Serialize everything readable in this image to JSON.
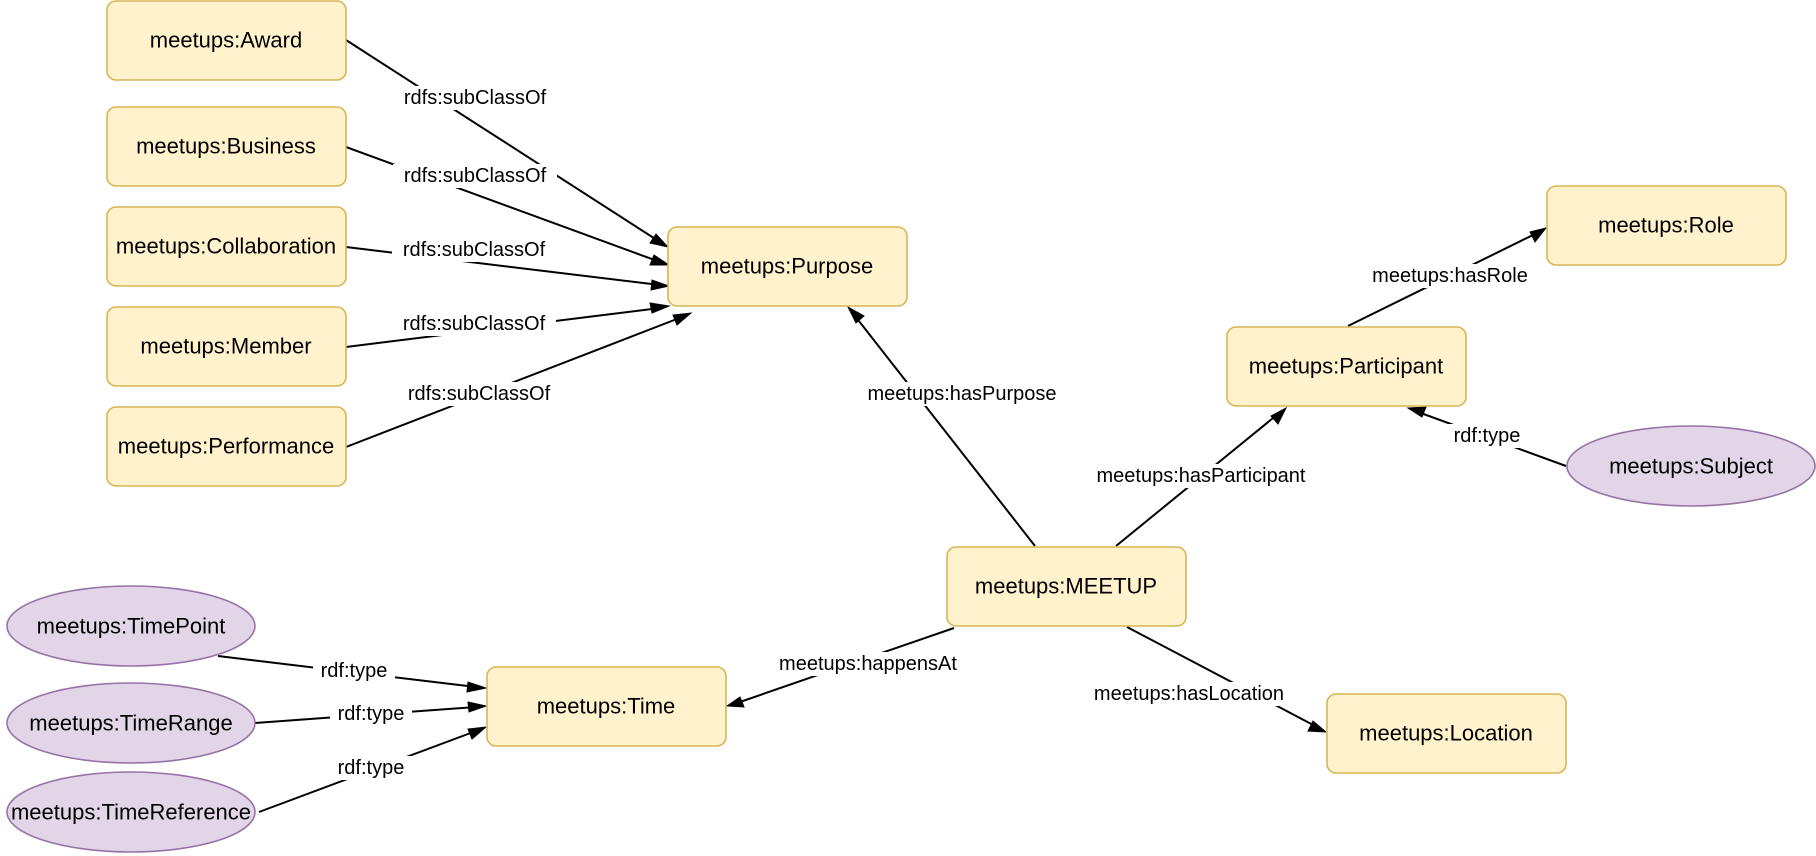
{
  "colors": {
    "class_fill": "#fff2cc",
    "class_stroke": "#d6b656",
    "instance_fill": "#e1d5e7",
    "instance_stroke": "#9673a6",
    "edge": "#000000"
  },
  "nodes": {
    "award": {
      "label": "meetups:Award",
      "kind": "class"
    },
    "business": {
      "label": "meetups:Business",
      "kind": "class"
    },
    "collaboration": {
      "label": "meetups:Collaboration",
      "kind": "class"
    },
    "member": {
      "label": "meetups:Member",
      "kind": "class"
    },
    "performance": {
      "label": "meetups:Performance",
      "kind": "class"
    },
    "purpose": {
      "label": "meetups:Purpose",
      "kind": "class"
    },
    "role": {
      "label": "meetups:Role",
      "kind": "class"
    },
    "participant": {
      "label": "meetups:Participant",
      "kind": "class"
    },
    "subject": {
      "label": "meetups:Subject",
      "kind": "instance"
    },
    "meetup": {
      "label": "meetups:MEETUP",
      "kind": "class"
    },
    "time": {
      "label": "meetups:Time",
      "kind": "class"
    },
    "location": {
      "label": "meetups:Location",
      "kind": "class"
    },
    "timepoint": {
      "label": "meetups:TimePoint",
      "kind": "instance"
    },
    "timerange": {
      "label": "meetups:TimeRange",
      "kind": "instance"
    },
    "timereference": {
      "label": "meetups:TimeReference",
      "kind": "instance"
    }
  },
  "edges": {
    "award_purpose": {
      "label": "rdfs:subClassOf",
      "from": "award",
      "to": "purpose"
    },
    "business_purpose": {
      "label": "rdfs:subClassOf",
      "from": "business",
      "to": "purpose"
    },
    "collaboration_purpose": {
      "label": "rdfs:subClassOf",
      "from": "collaboration",
      "to": "purpose"
    },
    "member_purpose": {
      "label": "rdfs:subClassOf",
      "from": "member",
      "to": "purpose"
    },
    "performance_purpose": {
      "label": "rdfs:subClassOf",
      "from": "performance",
      "to": "purpose"
    },
    "meetup_purpose": {
      "label": "meetups:hasPurpose",
      "from": "meetup",
      "to": "purpose"
    },
    "participant_role": {
      "label": "meetups:hasRole",
      "from": "participant",
      "to": "role"
    },
    "meetup_participant": {
      "label": "meetups:hasParticipant",
      "from": "meetup",
      "to": "participant"
    },
    "subject_participant": {
      "label": "rdf:type",
      "from": "subject",
      "to": "participant"
    },
    "meetup_time": {
      "label": "meetups:happensAt",
      "from": "meetup",
      "to": "time"
    },
    "meetup_location": {
      "label": "meetups:hasLocation",
      "from": "meetup",
      "to": "location"
    },
    "timepoint_time": {
      "label": "rdf:type",
      "from": "timepoint",
      "to": "time"
    },
    "timerange_time": {
      "label": "rdf:type",
      "from": "timerange",
      "to": "time"
    },
    "timereference_time": {
      "label": "rdf:type",
      "from": "timereference",
      "to": "time"
    }
  }
}
